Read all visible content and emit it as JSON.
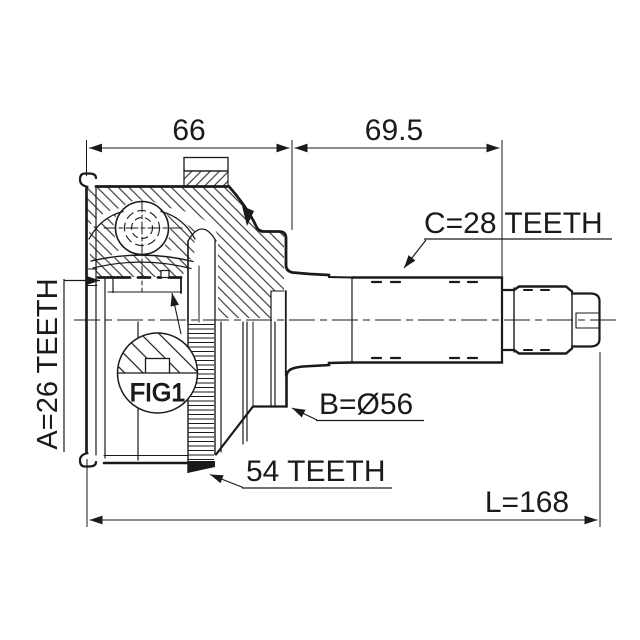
{
  "drawing": {
    "dimensions": {
      "top_left": "66",
      "top_right": "69.5",
      "overall_length": "L=168"
    },
    "callouts": {
      "shaft_spline": "C=28 TEETH",
      "inner_spline": "A=26 TEETH",
      "boot_diameter": "B=Ø56",
      "abs_ring_teeth": "54 TEETH",
      "detail_reference": "FIG1"
    },
    "colors": {
      "line": "#1a1a1a",
      "background": "#ffffff"
    }
  }
}
